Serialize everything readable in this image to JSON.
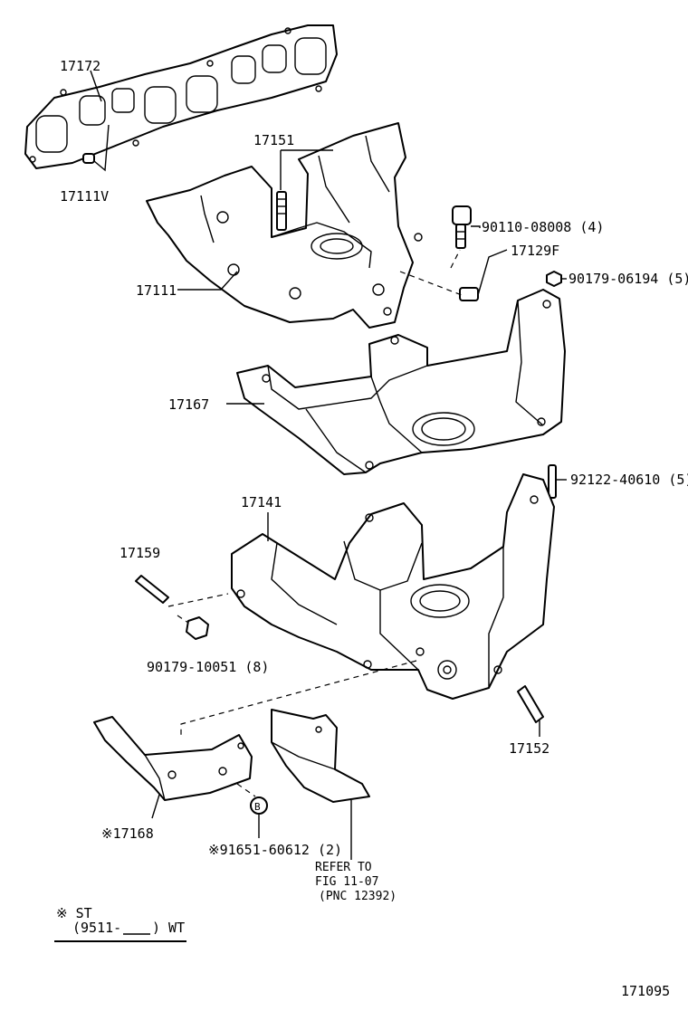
{
  "labels": {
    "p17172": "17172",
    "p17111V": "17111V",
    "p17151": "17151",
    "p90110": "90110-08008 (4)",
    "p17129F": "17129F",
    "p90179_06194": "90179-06194 (5)",
    "p17111": "17111",
    "p17167": "17167",
    "p92122": "92122-40610 (5)",
    "p17141": "17141",
    "p17159": "17159",
    "p90179_10051": "90179-10051 (8)",
    "p17152": "17152",
    "p17168": "※17168",
    "p91651": "※91651-60612 (2)",
    "refer_line1": "REFER TO",
    "refer_line2": "FIG 11-07",
    "refer_line3": "(PNC 12392)",
    "bolt_marker": "B"
  },
  "legend": {
    "line1": "※ ST",
    "line2_start": "(9511-",
    "line2_end": ") WT"
  },
  "figure_number": "171095"
}
